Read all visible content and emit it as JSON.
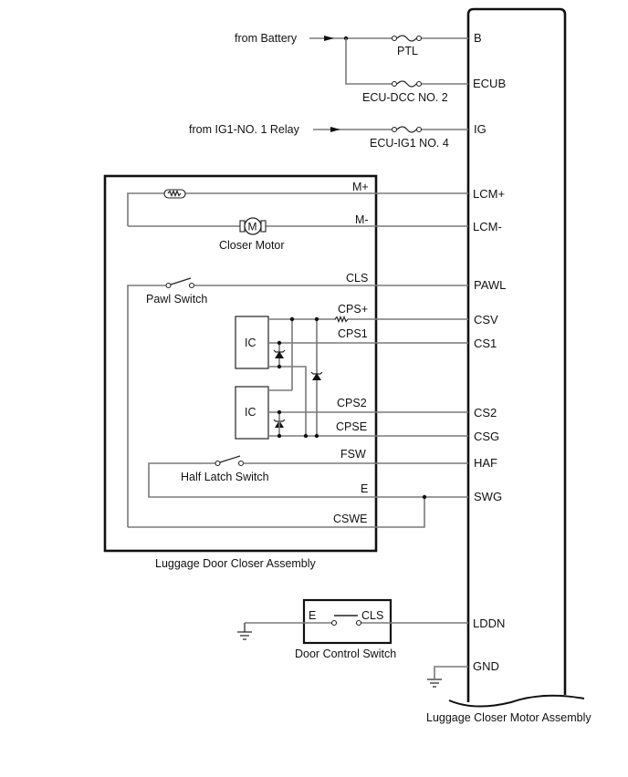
{
  "sources": {
    "battery": "from Battery",
    "ig1_relay": "from IG1-NO. 1 Relay"
  },
  "fuses": {
    "ptl": "PTL",
    "ecu_dcc": "ECU-DCC NO. 2",
    "ecu_ig1": "ECU-IG1 NO. 4"
  },
  "ecu": {
    "name": "Luggage Closer Motor Assembly",
    "pins": [
      "B",
      "ECUB",
      "IG",
      "LCM+",
      "LCM-",
      "PAWL",
      "CSV",
      "CS1",
      "CS2",
      "CSG",
      "HAF",
      "SWG",
      "LDDN",
      "GND"
    ]
  },
  "closer_assembly": {
    "name": "Luggage Door Closer Assembly",
    "terminals": [
      "M+",
      "M-",
      "CLS",
      "CPS+",
      "CPS1",
      "CPS2",
      "CPSE",
      "FSW",
      "E",
      "CSWE"
    ],
    "motor_label": "Closer Motor",
    "motor_symbol": "M",
    "pawl_switch": "Pawl Switch",
    "half_latch_switch": "Half Latch Switch",
    "ic_label": "IC"
  },
  "door_control_switch": {
    "name": "Door Control Switch",
    "terminal_left": "E",
    "terminal_right": "CLS"
  }
}
